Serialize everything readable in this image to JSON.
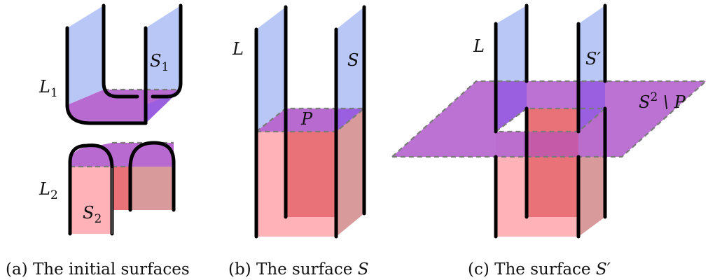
{
  "colors": {
    "blue": "#b9c7f7",
    "blue_edge": "#9fb2f0",
    "purple": "#b86ad0",
    "purple_dark": "#9a5fe0",
    "pink": "#ffb3b8",
    "red": "#e87278",
    "rose": "#d99a9c",
    "stroke": "#000000"
  },
  "panel_a": {
    "label_l1": "L",
    "label_l1_sub": "1",
    "label_s1": "S",
    "label_s1_sub": "1",
    "label_l2": "L",
    "label_l2_sub": "2",
    "label_s2": "S",
    "label_s2_sub": "2",
    "caption": "(a) The initial surfaces"
  },
  "panel_b": {
    "label_l": "L",
    "label_s": "S",
    "label_p": "P",
    "caption_prefix": "(b) The surface ",
    "caption_var": "S"
  },
  "panel_c": {
    "label_l": "L",
    "label_s_prime": "S′",
    "label_plane_s": "S",
    "label_plane_sup": "2",
    "label_plane_rest": " \\ P",
    "caption_prefix": "(c) The surface ",
    "caption_var": "S′"
  }
}
